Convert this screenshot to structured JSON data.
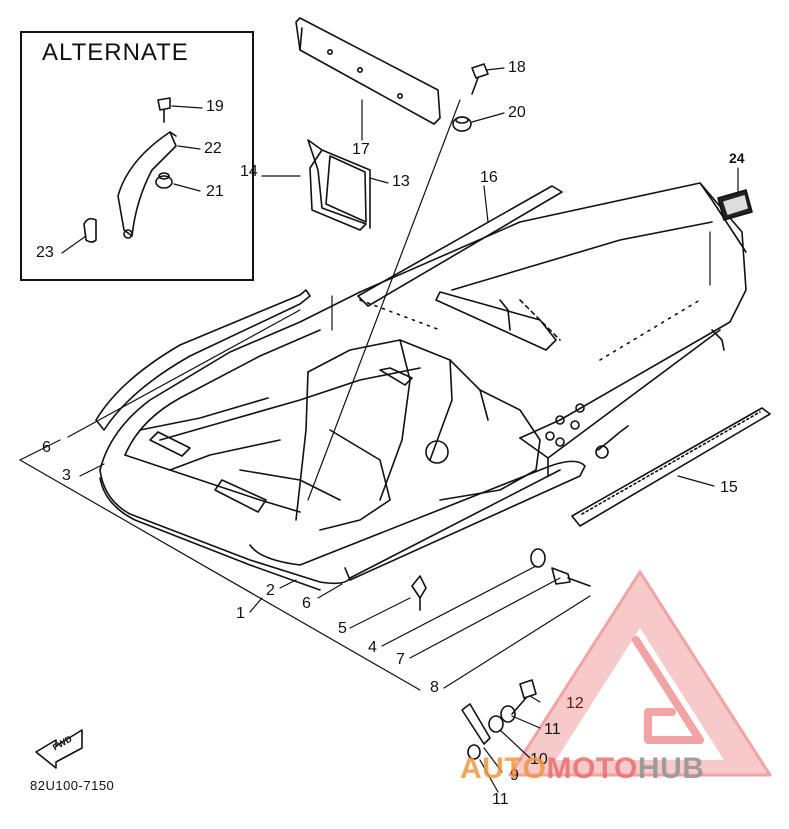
{
  "diagram": {
    "alternate_label": "ALTERNATE",
    "footer_code": "82U100-7150",
    "fwd_label": "FWD",
    "callouts": {
      "c1": "1",
      "c2": "2",
      "c3": "3",
      "c4": "4",
      "c5": "5",
      "c6a": "6",
      "c6b": "6",
      "c7": "7",
      "c8": "8",
      "c9": "9",
      "c10": "10",
      "c11a": "11",
      "c11b": "11",
      "c12": "12",
      "c13": "13",
      "c14": "14",
      "c15": "15",
      "c16": "16",
      "c17": "17",
      "c18": "18",
      "c19": "19",
      "c20": "20",
      "c21": "21",
      "c22": "22",
      "c23": "23",
      "c24": "24"
    },
    "colors": {
      "line": "#111111",
      "watermark_red": "#e85a5a",
      "watermark_orange": "#f09a40"
    }
  },
  "watermark": {
    "part1": "AUTO",
    "part2": "MOTO",
    "part3": "HUB"
  }
}
